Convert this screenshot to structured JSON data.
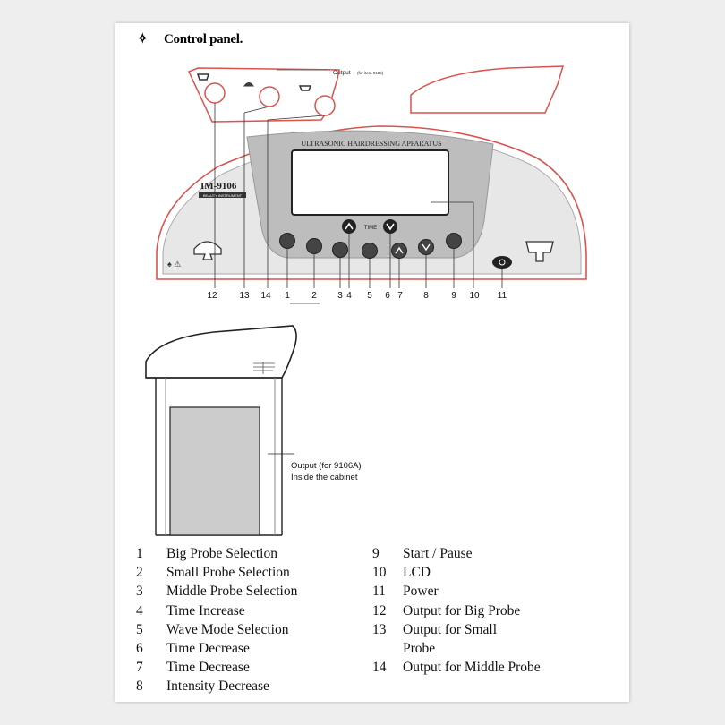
{
  "heading": {
    "bullet": "✧",
    "title": "Control panel."
  },
  "diagram": {
    "output_label": "Output",
    "output_note": "(for item 9106)",
    "apparatus_title": "ULTRASONIC HAIRDRESSING APPARATUS",
    "model": "IM-9106",
    "brand_strip": "BEAUTY INSTRUMENT",
    "time_label": "TIME",
    "callout_numbers": [
      "12",
      "13",
      "14",
      "1",
      "2",
      "3",
      "4",
      "5",
      "6",
      "7",
      "8",
      "9",
      "10",
      "11"
    ],
    "cabinet_output_line1": "Output (for 9106A)",
    "cabinet_output_line2": "Inside the cabinet",
    "colors": {
      "outline_red": "#d9534f",
      "panel_gray": "#b9b9b9",
      "lcd_border": "#222222"
    }
  },
  "legend": {
    "left": [
      {
        "num": "1",
        "label": "Big Probe Selection"
      },
      {
        "num": "2",
        "label": "Small Probe Selection"
      },
      {
        "num": "3",
        "label": "Middle Probe Selection"
      },
      {
        "num": "4",
        "label": "Time Increase"
      },
      {
        "num": "5",
        "label": "Wave Mode Selection"
      },
      {
        "num": "6",
        "label": "Time Decrease"
      },
      {
        "num": "7",
        "label": "Time Decrease"
      },
      {
        "num": "8",
        "label": "Intensity Decrease"
      }
    ],
    "right": [
      {
        "num": "9",
        "label": "Start / Pause"
      },
      {
        "num": "10",
        "label": "LCD"
      },
      {
        "num": "11",
        "label": "Power"
      },
      {
        "num": "12",
        "label": "Output for Big Probe"
      },
      {
        "num": "13",
        "label": "Output for Small Probe"
      },
      {
        "num": "14",
        "label": "Output for Middle Probe"
      }
    ]
  }
}
